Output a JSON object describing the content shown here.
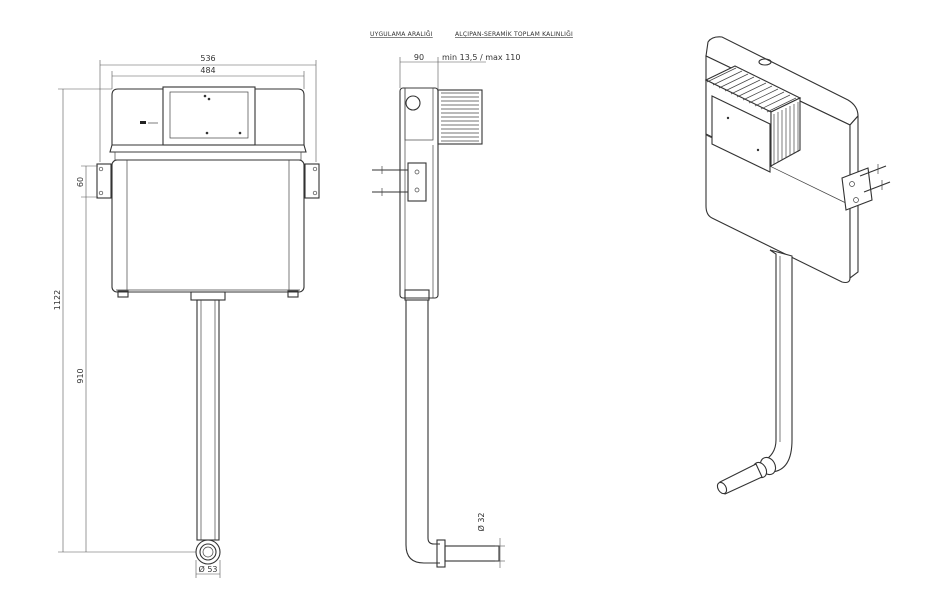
{
  "labels": {
    "application_range": "UYGULAMA ARALIĞI",
    "total_thickness": "ALÇIPAN-SERAMİK TOPLAM KALINLIĞI"
  },
  "dimensions": {
    "outer_width": "536",
    "inner_width": "484",
    "total_height": "1122",
    "pipe_height": "910",
    "bracket_gap": "60",
    "pipe_diameter": "Ø 53",
    "depth": "90",
    "range": "min 13,5 / max 110",
    "outlet_diameter": "Ø 32"
  }
}
